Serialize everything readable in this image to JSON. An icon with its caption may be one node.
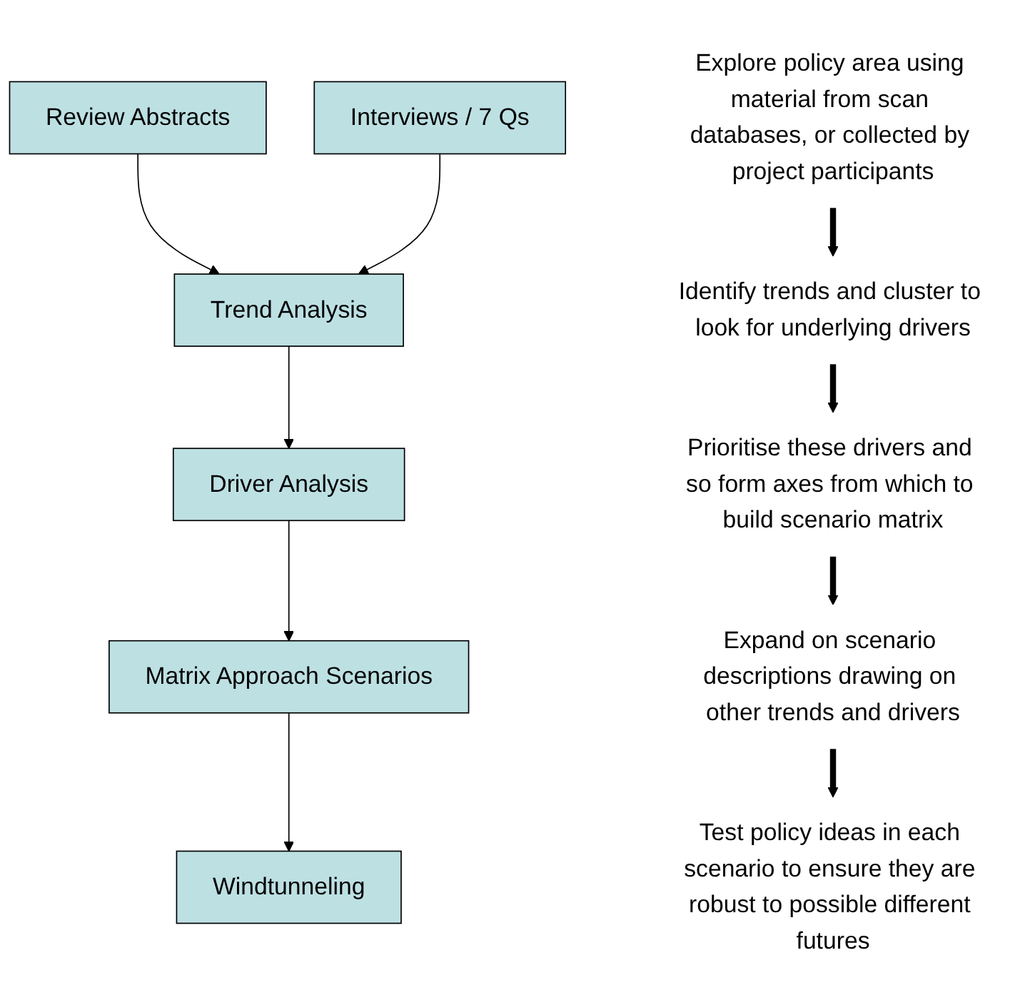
{
  "diagram": {
    "nodes": [
      {
        "text": [
          "Review Abstracts"
        ]
      },
      {
        "text": [
          "Interviews / 7 Qs"
        ]
      },
      {
        "text": [
          "Trend Analysis"
        ]
      },
      {
        "text": [
          "Driver Analysis"
        ]
      },
      {
        "text": [
          "Matrix Approach Scenarios"
        ]
      },
      {
        "text": [
          "Windtunneling"
        ]
      },
      {
        "text": [
          "Explore policy area using material from scan databases, or collected by project participants"
        ]
      },
      {
        "text": [
          "Identify trends and cluster to look for underlying drivers"
        ]
      },
      {
        "text": [
          "Prioritise these drivers and so form axes from which to build scenario matrix"
        ]
      },
      {
        "text": [
          "Expand on scenario descriptions drawing on other trends and drivers"
        ]
      },
      {
        "text": [
          "Test policy ideas in each scenario to ensure they are robust to possible different futures"
        ]
      }
    ],
    "edges": [
      {
        "from": 0,
        "to": 2,
        "arrow": "to"
      },
      {
        "from": 1,
        "to": 2,
        "arrow": "to"
      },
      {
        "from": 2,
        "to": 3,
        "arrow": "to"
      },
      {
        "from": 3,
        "to": 4,
        "arrow": "to"
      },
      {
        "from": 4,
        "to": 5,
        "arrow": "to"
      },
      {
        "from": 6,
        "to": 7,
        "arrow": "to",
        "style": "thick"
      },
      {
        "from": 7,
        "to": 8,
        "arrow": "to",
        "style": "thick"
      },
      {
        "from": 8,
        "to": 9,
        "arrow": "to",
        "style": "thick"
      },
      {
        "from": 9,
        "to": 10,
        "arrow": "to",
        "style": "thick"
      }
    ]
  }
}
